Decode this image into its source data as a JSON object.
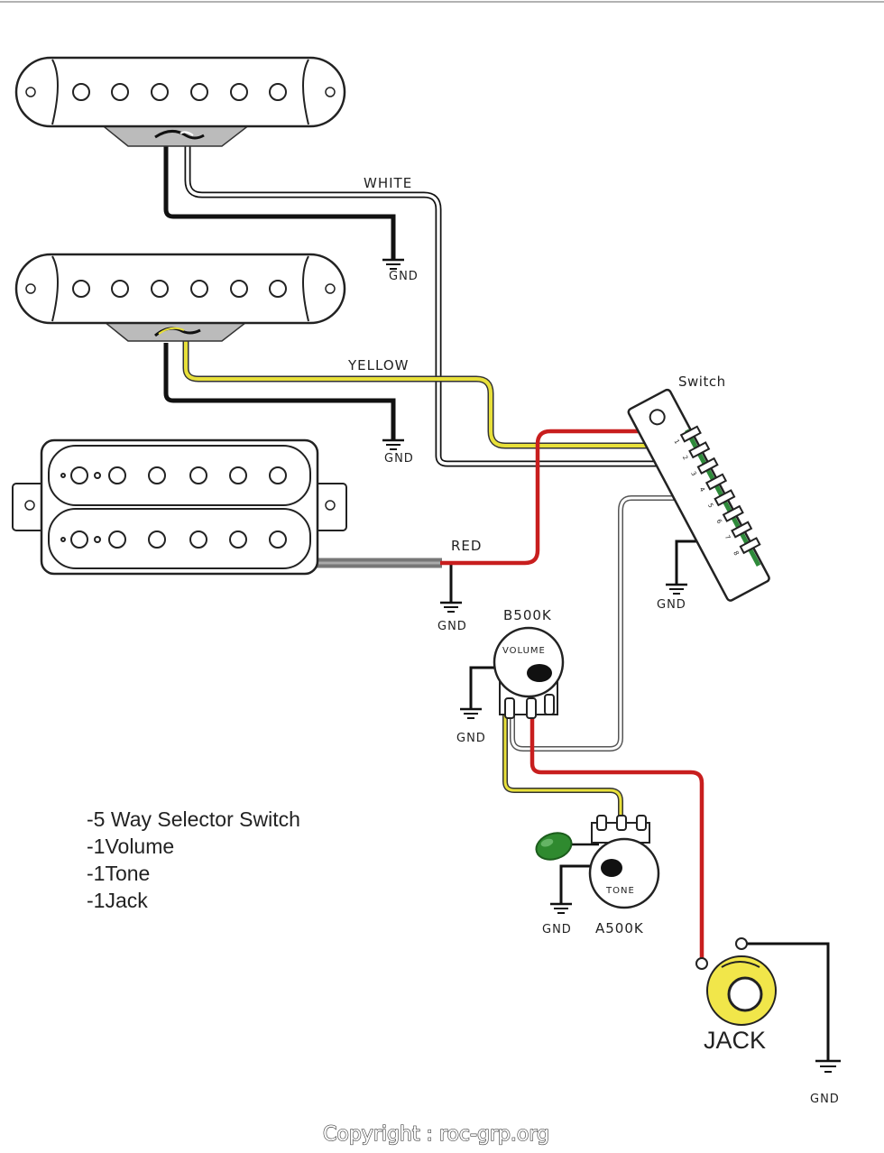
{
  "labels": {
    "white": "WHITE",
    "yellow": "YELLOW",
    "red": "RED",
    "switch": "Switch",
    "volume_value": "B500K",
    "volume": "VOLUME",
    "tone": "TONE",
    "tone_value": "A500K",
    "jack": "JACK",
    "gnd": "GND"
  },
  "switch_terminal_numbers": [
    "1",
    "2",
    "3",
    "4",
    "5",
    "6",
    "7",
    "8"
  ],
  "parts_list": [
    "-5 Way Selector Switch",
    "-1Volume",
    "-1Tone",
    "-1Jack"
  ],
  "copyright": "Copyright : roc-grp.org",
  "colors": {
    "white_wire": "#ffffff",
    "yellow_wire": "#e8e03a",
    "red_wire": "#c81e1e",
    "black_wire": "#111111",
    "switch_contacts": "#2e8a3a",
    "capacitor": "#2f8a2f",
    "jack_body": "#f1e64a"
  }
}
